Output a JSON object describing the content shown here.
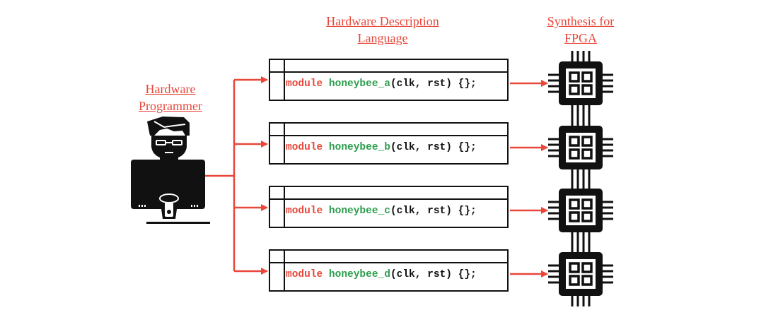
{
  "headings": {
    "hdl_line1": "Hardware Description",
    "hdl_line2": "Language",
    "synth_line1": "Synthesis for",
    "synth_line2": "FPGA",
    "prog_line1": "Hardware",
    "prog_line2": "Programmer"
  },
  "modules": [
    {
      "keyword": "module",
      "name": "honeybee_a",
      "rest": "(clk, rst) {};"
    },
    {
      "keyword": "module",
      "name": "honeybee_b",
      "rest": "(clk, rst) {};"
    },
    {
      "keyword": "module",
      "name": "honeybee_c",
      "rest": "(clk, rst) {};"
    },
    {
      "keyword": "module",
      "name": "honeybee_d",
      "rest": "(clk, rst) {};"
    }
  ],
  "colors": {
    "accent": "#e8473a",
    "module_name": "#2e9e4f",
    "ink": "#111111"
  },
  "icons": {
    "programmer": "programmer-at-computer-icon",
    "chip": "fpga-chip-icon"
  }
}
